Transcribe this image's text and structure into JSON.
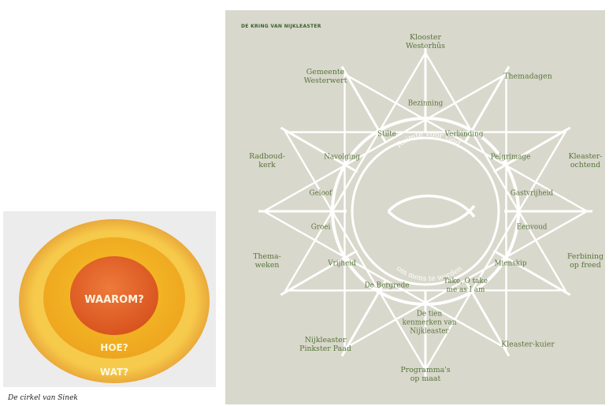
{
  "sinek": {
    "caption": "De cirkel van Sinek",
    "rings": [
      {
        "label": "WAAROM?",
        "color": "#e1652b"
      },
      {
        "label": "HOE?",
        "color": "#f6bf2a"
      },
      {
        "label": "WAT?",
        "color": "#f6c447"
      }
    ]
  },
  "kring": {
    "title": "DE KRING VAN NIJKLEASTER",
    "center_top": "Ruimte voor God,",
    "center_bottom": "om mens te worden",
    "inner_labels": [
      "Bezinning",
      "Verbinding",
      "Pelgrimage",
      "Gastvrijheid",
      "Eenvoud",
      "Mienskip",
      "Take, O take\nme as I am",
      "De tien\nkenmerken van\nNijkleaster",
      "De Bergrede",
      "Vrijheid",
      "Groei",
      "Geloof",
      "Navolging",
      "Stilte"
    ],
    "outer_labels": [
      "Klooster\nWesterhûs",
      "Themadagen",
      "Kleaster-\nochtend",
      "Ferbining\nop freed",
      "Kleaster-kuier",
      "Programma's\nop maat",
      "Nijkleaster\nPinkster Paad",
      "Thema-\nweken",
      "Radboud-\nkerk",
      "Gemeente\nWesterwert"
    ],
    "colors": {
      "background": "#d9d8cc",
      "text": "#56743a",
      "title": "#3b5d2e",
      "lines": "#ffffff"
    }
  }
}
